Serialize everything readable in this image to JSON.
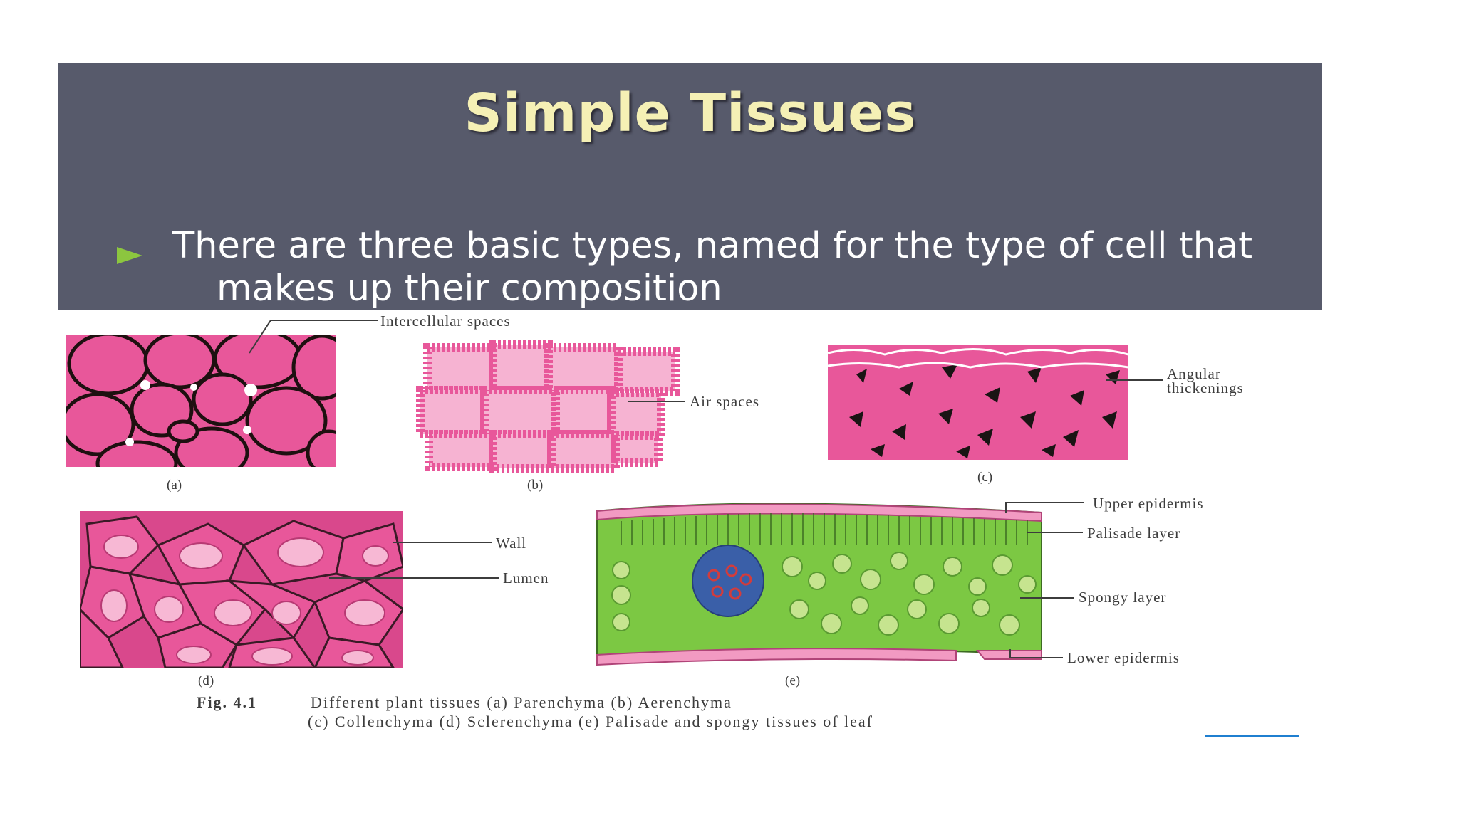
{
  "slide": {
    "title": "Simple Tissues",
    "bullet": "There are three basic types, named for the type of cell that makes up their composition",
    "bullet_icon": "triangle-right-icon",
    "bullet_color": "#8cc63f",
    "header_color": "#575a6b",
    "title_color": "#f5f0b5"
  },
  "figure": {
    "labels": {
      "intercellular": "Intercellular spaces",
      "air_spaces": "Air spaces",
      "angular_1": "Angular",
      "angular_2": "thickenings",
      "wall": "Wall",
      "lumen": "Lumen",
      "upper_epidermis": "Upper epidermis",
      "palisade": "Palisade layer",
      "spongy": "Spongy layer",
      "lower_epidermis": "Lower epidermis"
    },
    "panels": {
      "a": "(a)",
      "b": "(b)",
      "c": "(c)",
      "d": "(d)",
      "e": "(e)"
    },
    "caption": {
      "fig_no": "Fig. 4.1",
      "line1": "Different plant tissues (a) Parenchyma (b) Aerenchyma",
      "line2": "(c) Collenchyma (d) Sclerenchyma (e) Palisade and spongy tissues of leaf"
    },
    "colors": {
      "pink": "#e8579a",
      "light_pink": "#f29ac2",
      "green": "#7cc843",
      "light_green": "#c6e48f",
      "blue": "#3a5fa8"
    }
  }
}
